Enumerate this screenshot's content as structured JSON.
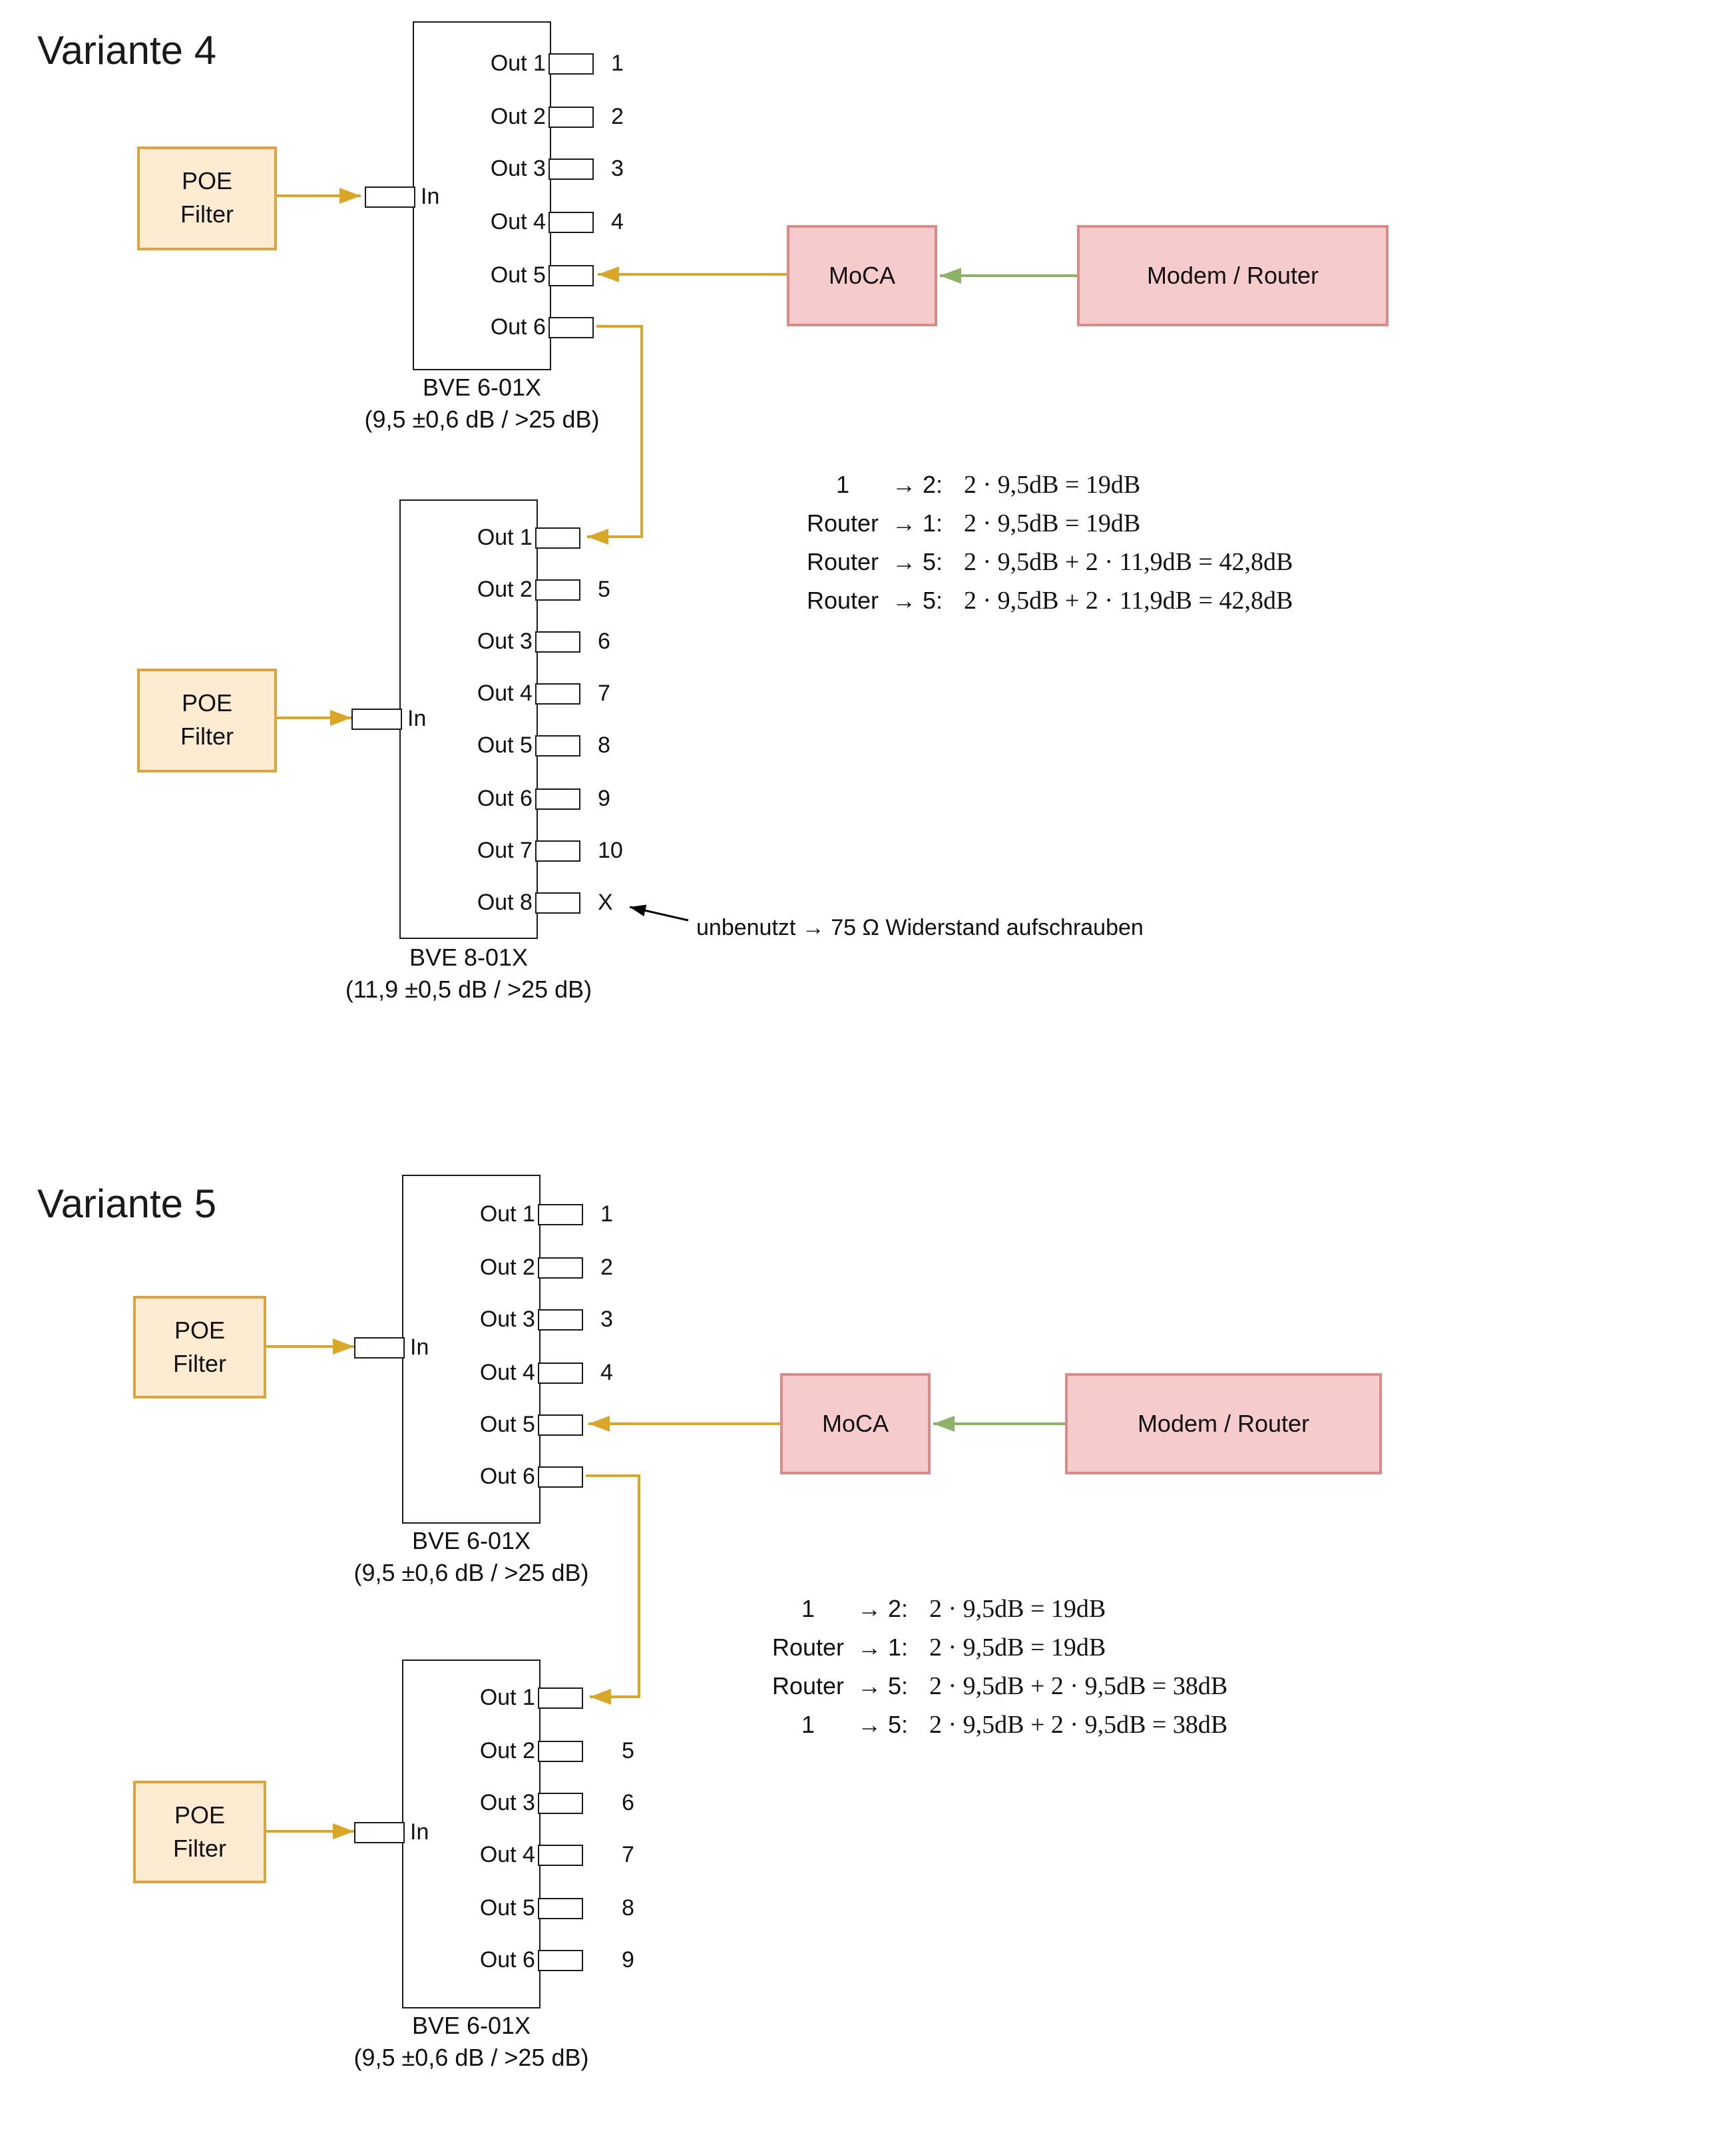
{
  "colors": {
    "poe-fill": "#fdecd2",
    "poe-border": "#e0a33c",
    "net-fill": "#f5cccb",
    "net-border": "#d98b87",
    "arrow-orange": "#d9a626",
    "arrow-green": "#8cb368"
  },
  "shared": {
    "poe_line1": "POE",
    "poe_line2": "Filter",
    "moca": "MoCA",
    "modem": "Modem / Router",
    "in_label": "In"
  },
  "variant4": {
    "title": "Variante 4",
    "splitter_top": {
      "outputs": [
        "Out 1",
        "Out 2",
        "Out 3",
        "Out 4",
        "Out 5",
        "Out 6"
      ],
      "numbers": [
        "1",
        "2",
        "3",
        "4",
        "",
        ""
      ],
      "model": "BVE 6-01X",
      "spec": "(9,5 ±0,6 dB / >25 dB)"
    },
    "splitter_bottom": {
      "outputs": [
        "Out 1",
        "Out 2",
        "Out 3",
        "Out 4",
        "Out 5",
        "Out 6",
        "Out 7",
        "Out 8"
      ],
      "numbers": [
        "",
        "5",
        "6",
        "7",
        "8",
        "9",
        "10",
        "X"
      ],
      "model": "BVE 8-01X",
      "spec": "(11,9 ±0,5 dB / >25 dB)"
    },
    "unused_note": "unbenutzt → 75 Ω Widerstand aufschrauben",
    "calculations": [
      {
        "from": "1",
        "to": "→ 2:",
        "formula": "2 · 9,5dB = 19dB"
      },
      {
        "from": "Router",
        "to": "→ 1:",
        "formula": "2 · 9,5dB = 19dB"
      },
      {
        "from": "Router",
        "to": "→ 5:",
        "formula": "2 · 9,5dB + 2 · 11,9dB = 42,8dB"
      },
      {
        "from": "Router",
        "to": "→ 5:",
        "formula": "2 · 9,5dB + 2 · 11,9dB = 42,8dB"
      }
    ]
  },
  "variant5": {
    "title": "Variante 5",
    "splitter_top": {
      "outputs": [
        "Out 1",
        "Out 2",
        "Out 3",
        "Out 4",
        "Out 5",
        "Out 6"
      ],
      "numbers": [
        "1",
        "2",
        "3",
        "4",
        "",
        ""
      ],
      "model": "BVE 6-01X",
      "spec": "(9,5 ±0,6 dB / >25 dB)"
    },
    "splitter_bottom": {
      "outputs": [
        "Out 1",
        "Out 2",
        "Out 3",
        "Out 4",
        "Out 5",
        "Out 6"
      ],
      "numbers": [
        "",
        "5",
        "6",
        "7",
        "8",
        "9"
      ],
      "model": "BVE 6-01X",
      "spec": "(9,5 ±0,6 dB / >25 dB)"
    },
    "calculations": [
      {
        "from": "1",
        "to": "→ 2:",
        "formula": "2 · 9,5dB = 19dB"
      },
      {
        "from": "Router",
        "to": "→ 1:",
        "formula": "2 · 9,5dB = 19dB"
      },
      {
        "from": "Router",
        "to": "→ 5:",
        "formula": "2 · 9,5dB + 2 · 9,5dB = 38dB"
      },
      {
        "from": "1",
        "to": "→ 5:",
        "formula": "2 · 9,5dB + 2 · 9,5dB = 38dB"
      }
    ]
  }
}
